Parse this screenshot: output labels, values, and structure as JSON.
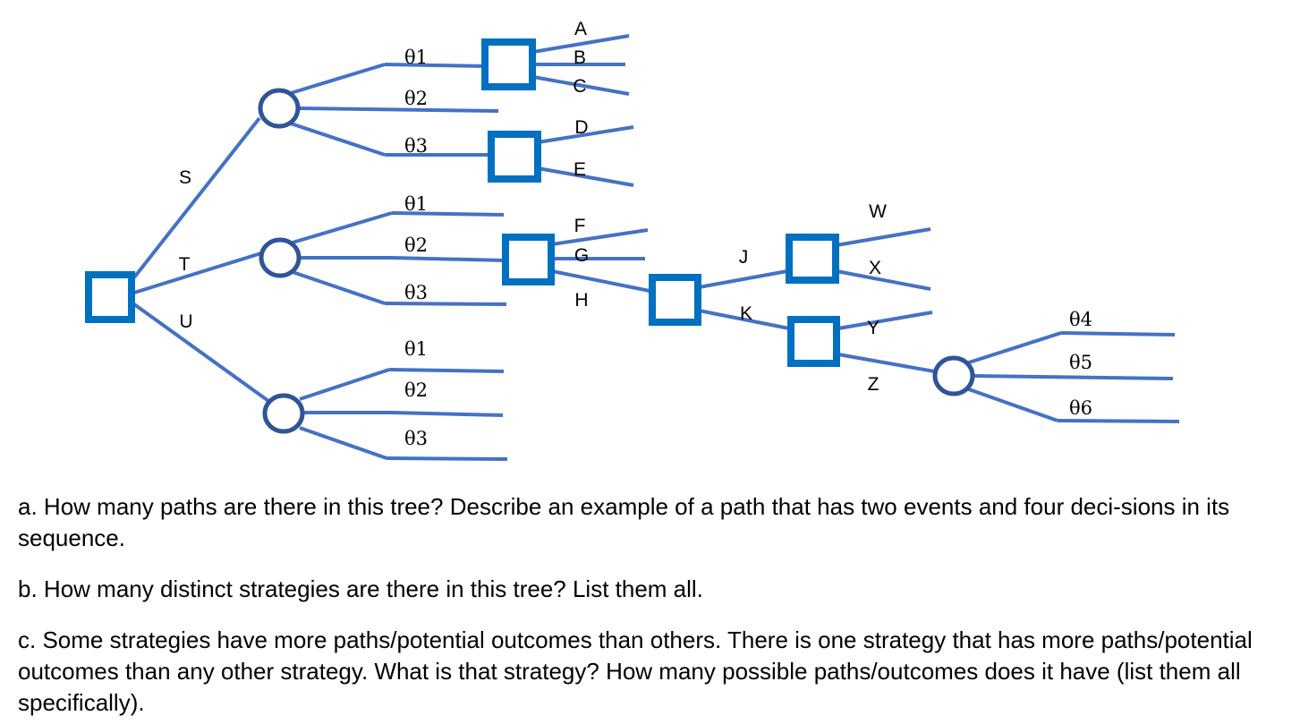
{
  "tree": {
    "decisions": {
      "root": [
        "S",
        "T",
        "U"
      ],
      "after_s1": [
        "A",
        "B",
        "C"
      ],
      "after_s3": [
        "D",
        "E"
      ],
      "after_t2": [
        "F",
        "G",
        "H"
      ],
      "after_h": [
        "J",
        "K"
      ],
      "after_j": [
        "W",
        "X"
      ],
      "after_k": [
        "Y",
        "Z"
      ]
    },
    "events": {
      "after_s": [
        "θ1",
        "θ2",
        "θ3"
      ],
      "after_t": [
        "θ1",
        "θ2",
        "θ3"
      ],
      "after_u": [
        "θ1",
        "θ2",
        "θ3"
      ],
      "after_z": [
        "θ4",
        "θ5",
        "θ6"
      ]
    },
    "colors": {
      "branch": "#4472C4",
      "decision_node": "#0070C0",
      "chance_node": "#2F5597"
    }
  },
  "questions": {
    "a": {
      "label": "a.",
      "text": "How many paths are there in this tree?    Describe an example of a path that has two events and four deci-sions in its sequence."
    },
    "b": {
      "label": "b.",
      "text": "How many distinct strategies are there in this tree?   List them all."
    },
    "c": {
      "label": "c.",
      "text": "Some strategies have more paths/potential outcomes than others.  There is one strategy that has more paths/potential outcomes than any other strategy.  What is that strategy?  How many possible paths/outcomes does it have (list them all specifically)."
    }
  }
}
